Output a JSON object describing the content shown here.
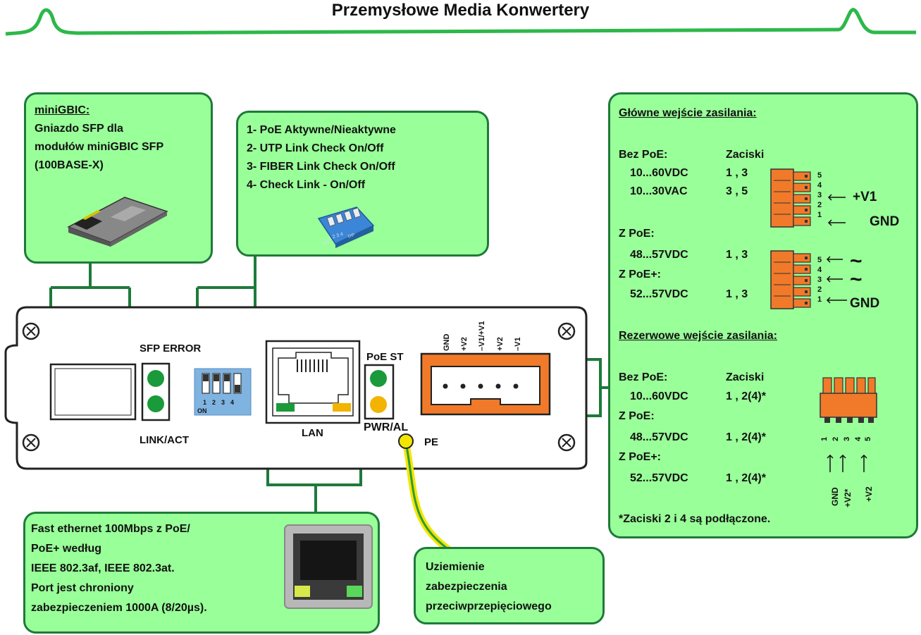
{
  "title": "Przemysłowe Media Konwertery",
  "colors": {
    "callout_fill": "#99ff99",
    "callout_border": "#1e7a3a",
    "title_line": "#2db84a",
    "terminal": "#f07a2a",
    "led_green": "#1a9a3a",
    "led_yellow": "#f2b400",
    "dip": "#6fa4d8"
  },
  "sfp_box": {
    "heading": "miniGBIC:",
    "lines": [
      "Gniazdo SFP dla",
      "modułów miniGBIC SFP",
      "(100BASE-X)"
    ]
  },
  "dip_box": {
    "lines": [
      "1- PoE Aktywne/Nieaktywne",
      "2- UTP Link Check On/Off",
      "3- FIBER Link Check On/Off",
      "4- Check Link - On/Off"
    ],
    "photo_labels": {
      "nums": "1 2 3 4",
      "on": "ON",
      "dip": "DIP"
    }
  },
  "lan_box": {
    "lines": [
      "Fast ethernet 100Mbps z PoE/",
      "PoE+ według",
      "IEEE 802.3af, IEEE 802.3at.",
      "Port jest chroniony",
      "zabezpieczeniem 1000A (8/20µs)."
    ]
  },
  "ground_box": {
    "lines": [
      "Uziemienie",
      "zabezpieczenia",
      "przeciwprzepięciowego"
    ]
  },
  "power_box": {
    "main_heading": "Główne wejście zasilania:",
    "col1": "Bez PoE:",
    "col2": "Zaciski",
    "main_rows": [
      {
        "v": "10...60VDC",
        "t": "1 , 3"
      },
      {
        "v": "10...30VAC",
        "t": "3 , 5"
      }
    ],
    "z_poe": "Z PoE:",
    "z_poe_row": {
      "v": "48...57VDC",
      "t": "1 , 3"
    },
    "z_poe_plus": "Z PoE+:",
    "z_poe_plus_row": {
      "v": "52...57VDC",
      "t": "1 , 3"
    },
    "connector_pins": [
      "5",
      "4",
      "3",
      "2",
      "1"
    ],
    "v1": "+V1",
    "gnd": "GND",
    "tilde": "~",
    "backup_heading": "Rezerwowe wejście zasilania:",
    "backup_rows": [
      {
        "label": "Bez PoE:",
        "t_head": "Zaciski"
      },
      {
        "v": "10...60VDC",
        "t": "1 , 2(4)*"
      },
      {
        "label": "Z PoE:"
      },
      {
        "v": "48...57VDC",
        "t": "1 , 2(4)*"
      },
      {
        "label": "Z PoE+:"
      },
      {
        "v": "52...57VDC",
        "t": "1 , 2(4)*"
      }
    ],
    "backup_pins": [
      "1",
      "2",
      "3",
      "4",
      "5"
    ],
    "backup_labels": {
      "gnd": "GND",
      "v2star": "+V2*",
      "v2": "+V2"
    },
    "footnote": "*Zaciski 2 i 4 są podłączone."
  },
  "device": {
    "sfp_error": "SFP ERROR",
    "link_act": "LINK/ACT",
    "dip_nums": [
      "1",
      "2",
      "3",
      "4"
    ],
    "dip_on": "ON",
    "lan": "LAN",
    "poe_st": "PoE ST",
    "pwr_al": "PWR/AL",
    "pe": "PE",
    "terminal_labels": [
      "GND",
      "+V2",
      "–V1/+V1",
      "+V2",
      "–V1"
    ]
  }
}
